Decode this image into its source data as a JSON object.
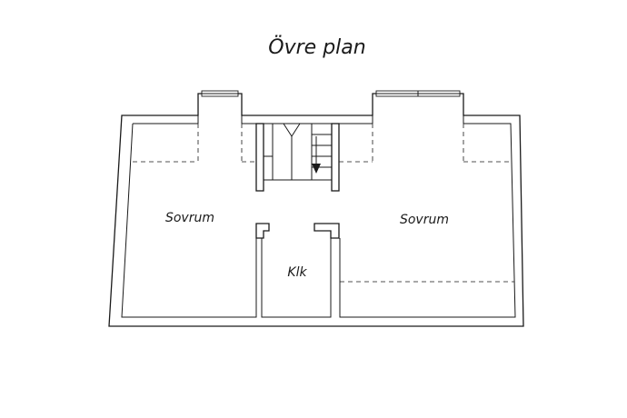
{
  "title": "Övre plan",
  "rooms": {
    "bedroom_left": "Sovrum",
    "bedroom_right": "Sovrum",
    "closet": "Klk"
  },
  "colors": {
    "line": "#1a1a1a",
    "background": "#ffffff"
  }
}
